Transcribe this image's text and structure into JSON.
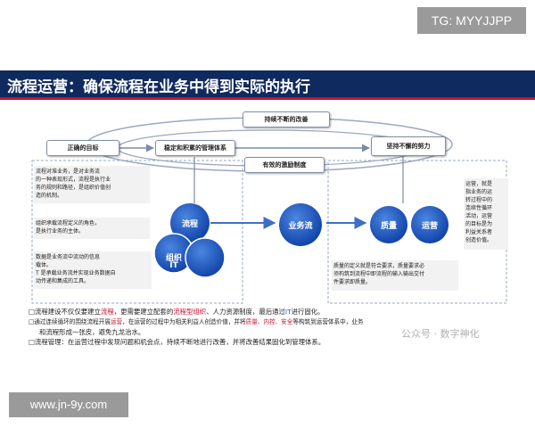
{
  "watermarks": {
    "top_right": "TG: MYYJJPP",
    "bottom_left": "www.jn-9y.com",
    "wechat": "公众号 · 数字神化"
  },
  "title": "流程运营：确保流程在业务中得到实际的执行",
  "diagram": {
    "boxes": {
      "improve": "持续不断的改善",
      "goal": "正确的目标",
      "system": "稳定和积累的管理体系",
      "effort": "坚持不懈的努力",
      "incentive": "有效的激励制度"
    },
    "circles": {
      "process": "流程",
      "org": "组织",
      "it": "IT",
      "flow": "业务流",
      "quality": "质量",
      "operation": "运营"
    },
    "notes": {
      "process_1": "流程对准业务，是对业务流",
      "process_2": "的一种表现形式，流程是执行业",
      "process_3": "务的规则和路径，是组织价值创",
      "process_4": "造的机制。",
      "org_1": "组织承载流程定义的角色，",
      "org_2": "是执行业务的主体。",
      "data_1": "数据是业务流中流动的信息",
      "data_2": "载体。",
      "data_3": "T 是承载业务流并实现业务数据自",
      "data_4": "动传递和集成的工具。",
      "ops_1": "运营，就是",
      "ops_2": "指业务的运",
      "ops_3": "转过程中的",
      "ops_4": "连续性循环",
      "ops_5": "活动，运营",
      "ops_6": "的目标是为",
      "ops_7": "利益关系者",
      "ops_8": "创造价值。",
      "quality_1": "质量的定义就是符合要求，质量要求必",
      "quality_2": "须构筑到流程中即流程的输入输出交付",
      "quality_3": "件要求即质量。"
    }
  },
  "bullets": {
    "b1_a": "□流程建设不仅仅要建立",
    "b1_b": "流程",
    "b1_c": "，更需要建立配套的",
    "b1_d": "流程型组织",
    "b1_e": "、人力资源制度，最后通过",
    "b1_f": "IT",
    "b1_g": "进行固化。",
    "b2_a": "□通过连续循环的围绕流程开展",
    "b2_b": "运营",
    "b2_c": "，在运营的过程中为相关利益人创造价值，并将",
    "b2_d": "质量、内控、安全",
    "b2_e": "等构筑到运营体系中，业务",
    "b3": "和流程形成一张皮，避免九龙治水。",
    "b4": "□流程管理：在运营过程中发现问题和机会点，持续不断地进行改善，并将改善结果固化到管理体系。"
  }
}
